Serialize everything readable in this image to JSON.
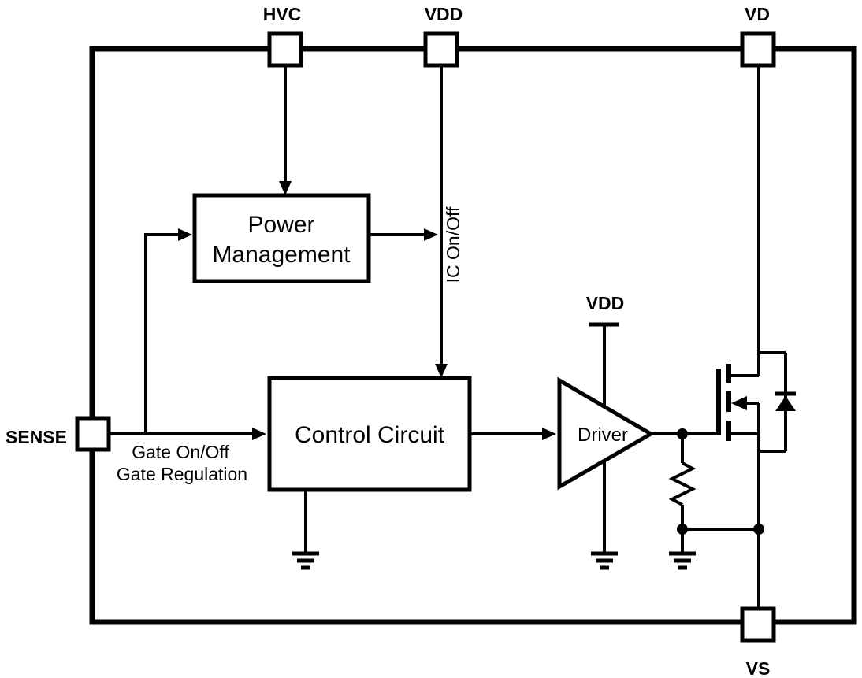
{
  "diagram": {
    "type": "ic-block-diagram",
    "pins": {
      "hvc": {
        "label": "HVC"
      },
      "vdd": {
        "label": "VDD"
      },
      "vd": {
        "label": "VD"
      },
      "vs": {
        "label": "VS"
      },
      "sense": {
        "label": "SENSE"
      }
    },
    "blocks": {
      "power_management": {
        "line1": "Power",
        "line2": "Management"
      },
      "control_circuit": {
        "label": "Control Circuit"
      },
      "driver": {
        "label": "Driver"
      }
    },
    "annotations": {
      "ic_on_off": "IC On/Off",
      "gate_on_off": "Gate On/Off",
      "gate_regulation": "Gate Regulation",
      "driver_supply": "VDD"
    },
    "components": {
      "mosfet": "n-channel-mosfet",
      "body_diode": "body-diode",
      "gate_resistor": "gate-pulldown-resistor",
      "grounds": 3
    },
    "colors": {
      "line": "#000000",
      "background": "#ffffff"
    }
  }
}
